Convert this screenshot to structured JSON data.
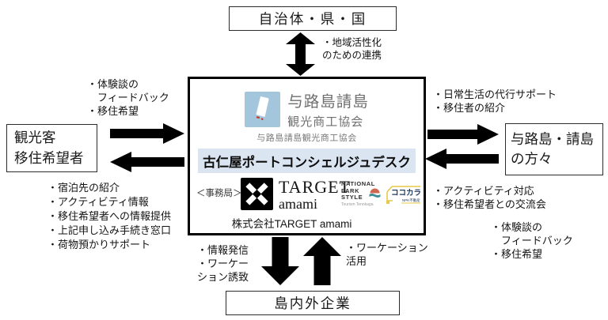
{
  "diagram": {
    "top_box_label": "自治体・県・国",
    "top_note": [
      "・地域活性化",
      "のための連携"
    ],
    "center": {
      "logo_title_line1": "与路島請島",
      "logo_title_line2": "観光商工協会",
      "caption": "与路島請島観光商工協会",
      "bar_label": "古仁屋ポートコンシェルジュデスク",
      "secretariat_label": "＜事務局＞",
      "target_line1": "TARGET",
      "target_line2": "amami",
      "nps_lines": [
        "NATIONAL",
        "PARK",
        "STYLE"
      ],
      "nps_caption": "Tourism Tennkaga",
      "kokokara_label": "ココカラ",
      "kokokara_caption": "NPK不動産",
      "company": "株式会社TARGET amami"
    },
    "left_box": [
      "観光客",
      "移住希望者"
    ],
    "left_top_notes": [
      "・体験談の",
      "　フィードバック",
      "・移住希望"
    ],
    "left_bottom_notes": [
      "・宿泊先の紹介",
      "・アクティビティ情報",
      "・移住希望者への情報提供",
      "・上記申し込み手続き窓口",
      "・荷物預かりサポート"
    ],
    "right_box": [
      "与路島・請島",
      "の方々"
    ],
    "right_top_notes": [
      "・日常生活の代行サポート",
      "・移住者の紹介"
    ],
    "right_mid_notes": [
      "・アクティビティ対応",
      "・移住希望者との交流会"
    ],
    "right_bottom_notes": [
      "・体験談の",
      "　フィードバック",
      "・移住希望"
    ],
    "bottom_box_label": "島内外企業",
    "bottom_left_notes": [
      "・情報発信",
      "・ワーケー",
      "ション誘致"
    ],
    "bottom_right_notes": [
      "・ワーケーション",
      "活用"
    ],
    "colors": {
      "arrow": "#000000",
      "bar_bg": "#dbe5f1",
      "boat_logo_bg": "#a4c6dc",
      "gray_logo_text": "#6f6f6f"
    }
  }
}
